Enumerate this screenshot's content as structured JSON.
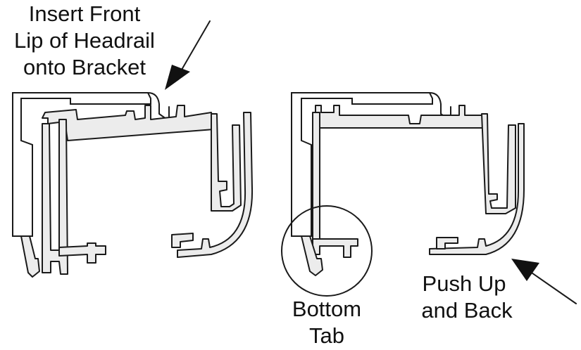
{
  "labels": {
    "insert": [
      "Insert Front",
      "Lip of Headrail",
      "onto Bracket"
    ],
    "push": [
      "Push Up",
      "and Back"
    ],
    "bottom_tab": [
      "Bottom",
      "Tab"
    ]
  },
  "colors": {
    "ink": "#1a1a1a",
    "profile_fill": "#ececec",
    "background": "#ffffff"
  }
}
